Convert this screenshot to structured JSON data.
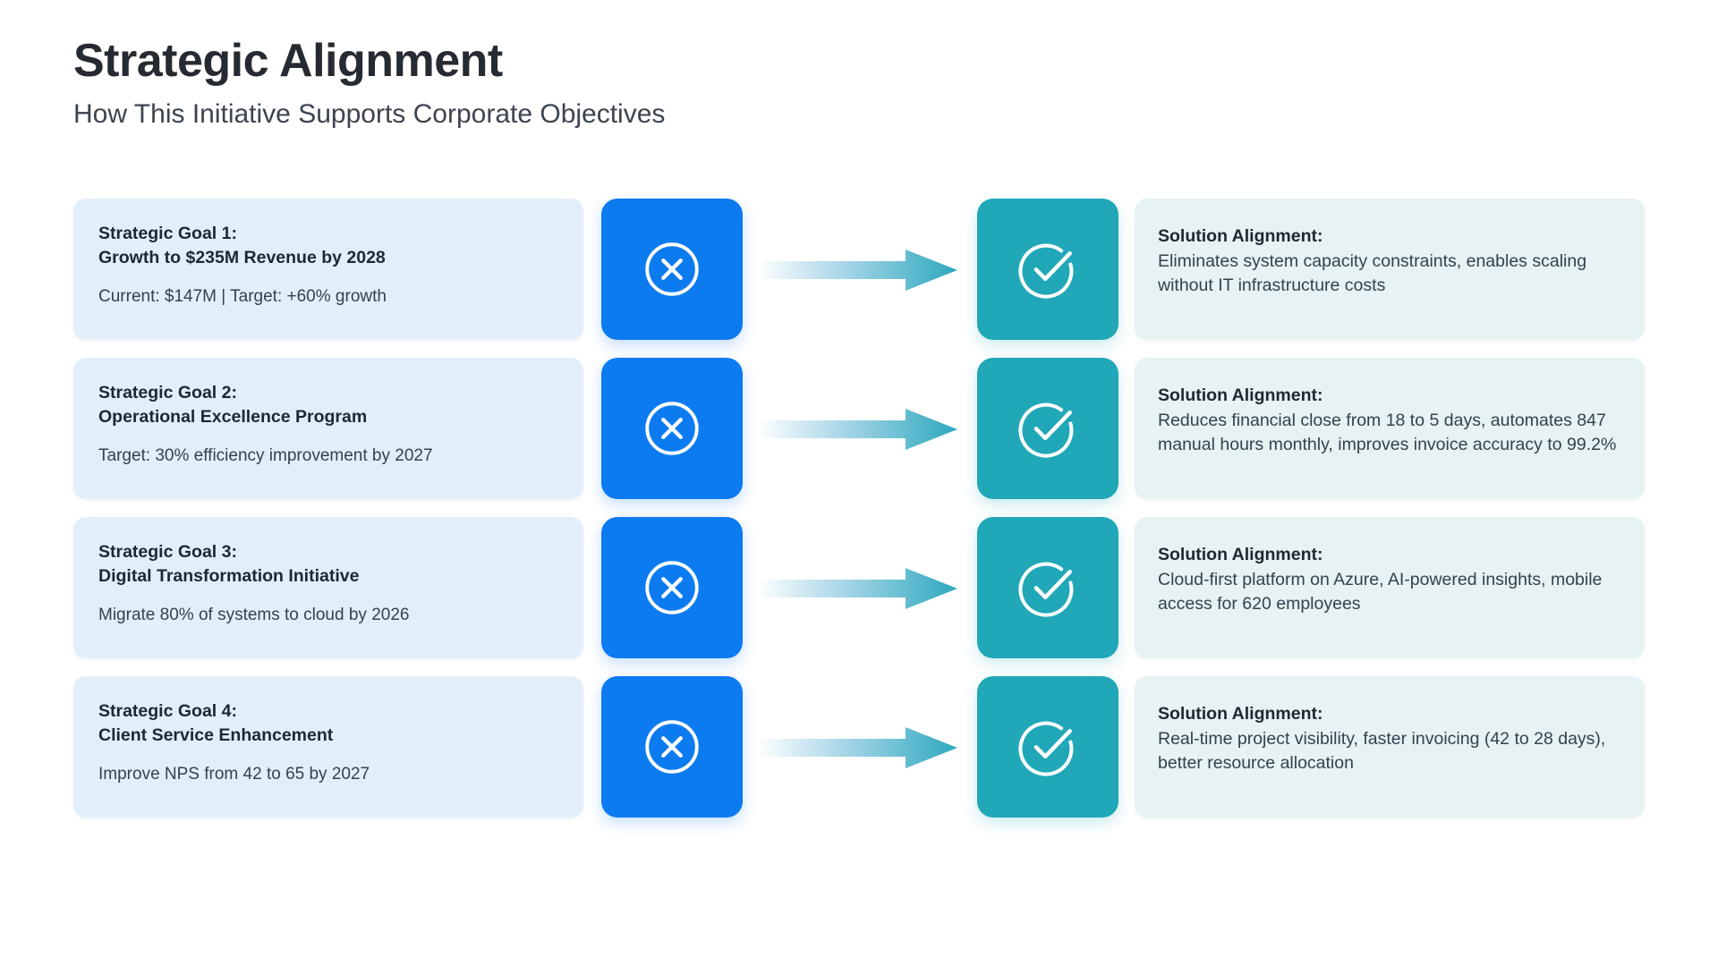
{
  "header": {
    "title": "Strategic Alignment",
    "subtitle": "How This Initiative Supports Corporate Objectives"
  },
  "colors": {
    "goal_card_bg": "#E2EFFB",
    "solution_card_bg": "#E6F2F4",
    "problem_tile": "#0C7BEF",
    "solution_tile": "#20A8B8",
    "arrow_gradient_start": "#FAFCFE",
    "arrow_gradient_end": "#2EA8BE",
    "title_text": "#262B32",
    "body_text": "#35414E"
  },
  "icons": {
    "problem": "circle-x-icon",
    "solution": "circle-check-icon",
    "connector": "arrow-right-icon"
  },
  "solution_label": "Solution Alignment:",
  "rows": [
    {
      "goal_title": "Strategic Goal 1:\nGrowth to $235M Revenue by 2028",
      "goal_metric": "Current: $147M | Target: +60% growth",
      "solution_text": "Eliminates system capacity constraints, enables scaling without IT infrastructure costs"
    },
    {
      "goal_title": "Strategic Goal 2:\nOperational Excellence Program",
      "goal_metric": "Target: 30% efficiency improvement by 2027",
      "solution_text": "Reduces financial close from 18 to 5 days, automates 847 manual hours monthly, improves invoice accuracy to 99.2%"
    },
    {
      "goal_title": "Strategic Goal 3:\nDigital Transformation Initiative",
      "goal_metric": "Migrate 80% of systems to cloud by 2026",
      "solution_text": "Cloud-first platform on Azure, AI-powered insights, mobile access for 620 employees"
    },
    {
      "goal_title": "Strategic Goal 4:\nClient Service Enhancement",
      "goal_metric": "Improve NPS from 42 to 65 by 2027",
      "solution_text": "Real-time project visibility, faster invoicing (42 to 28 days), better resource allocation"
    }
  ]
}
